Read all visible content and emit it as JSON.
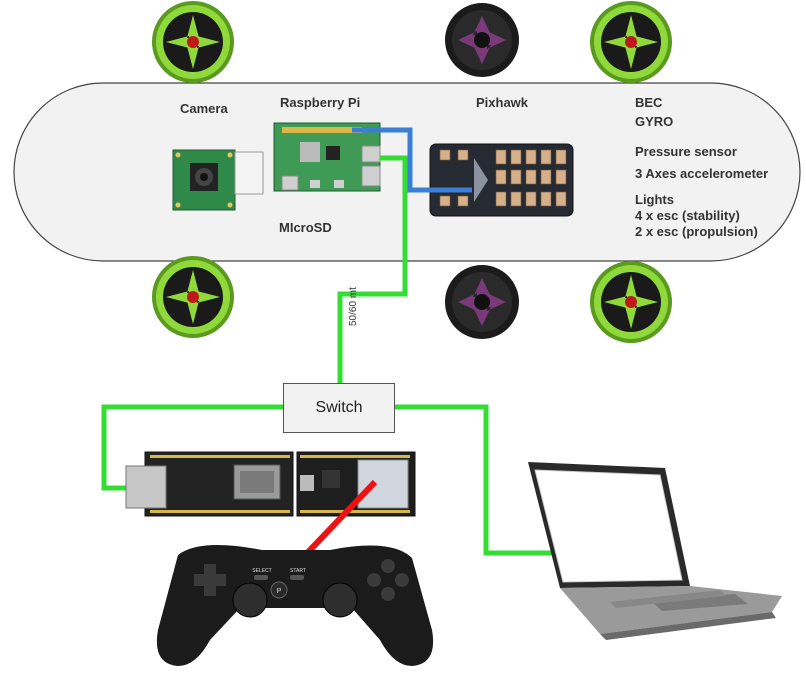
{
  "labels": {
    "camera": "Camera",
    "raspberry": "Raspberry Pi",
    "pixhawk": "Pixhawk",
    "bec": "BEC",
    "gyro": "GYRO",
    "pressure": "Pressure sensor",
    "accel": "3 Axes accelerometer",
    "lights": "Lights",
    "esc_stability": "4 x esc (stability)",
    "esc_propulsion": "2 x esc (propulsion)",
    "microsd": "MIcroSD",
    "switch": "Switch",
    "distance": "50/60 mt",
    "controller_select": "SELECT",
    "controller_start": "START",
    "controller_p": "P"
  },
  "colors": {
    "hull_fill": "#f2f2f2",
    "hull_stroke": "#444444",
    "ethernet": "#33dd33",
    "usb": "#3a7fd5",
    "wireless": "#ee1111",
    "thruster_green": "#8fd93a",
    "thruster_purple": "#6a2a6a",
    "board_green": "#2f8a4a",
    "pixhawk_body": "#262a33"
  }
}
